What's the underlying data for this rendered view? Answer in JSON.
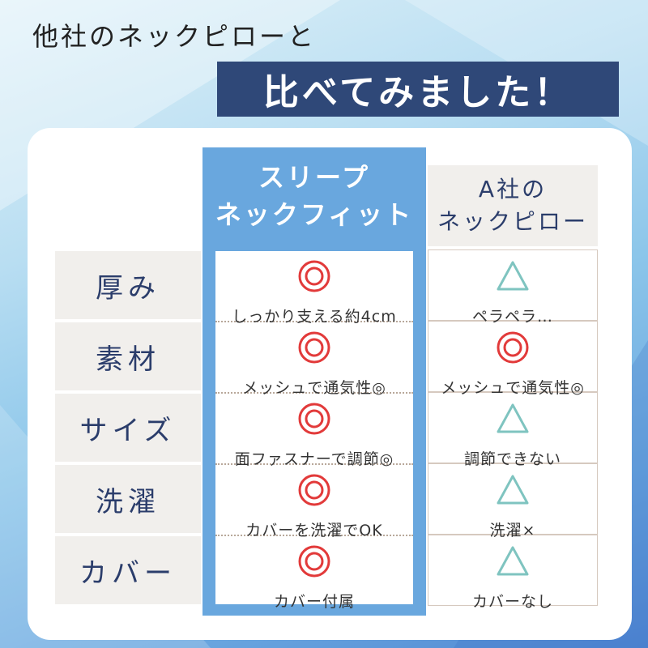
{
  "header": {
    "subtitle": "他社のネックピローと",
    "title": "比べてみました！"
  },
  "table": {
    "our_product": {
      "line1": "スリープ",
      "line2": "ネックフィット"
    },
    "competitor": {
      "line1": "A社の",
      "line2": "ネックピロー"
    },
    "rows": [
      {
        "label": "厚み",
        "ours": {
          "mark": "double-circle",
          "text": "しっかり支える約4cm"
        },
        "theirs": {
          "mark": "triangle",
          "text": "ペラペラ…"
        }
      },
      {
        "label": "素材",
        "ours": {
          "mark": "double-circle",
          "text": "メッシュで通気性◎"
        },
        "theirs": {
          "mark": "double-circle",
          "text": "メッシュで通気性◎"
        }
      },
      {
        "label": "サイズ",
        "ours": {
          "mark": "double-circle",
          "text": "面ファスナーで調節◎"
        },
        "theirs": {
          "mark": "triangle",
          "text": "調節できない"
        }
      },
      {
        "label": "洗濯",
        "ours": {
          "mark": "double-circle",
          "text": "カバーを洗濯でOK"
        },
        "theirs": {
          "mark": "triangle",
          "text": "洗濯×"
        }
      },
      {
        "label": "カバー",
        "ours": {
          "mark": "double-circle",
          "text": "カバー付属"
        },
        "theirs": {
          "mark": "triangle",
          "text": "カバーなし"
        }
      }
    ]
  },
  "colors": {
    "banner": "#2f4878",
    "highlight_column": "#69a7de",
    "double_circle": "#e23a3a",
    "triangle": "#7fc4c0",
    "label_text": "#2b3d6b"
  }
}
